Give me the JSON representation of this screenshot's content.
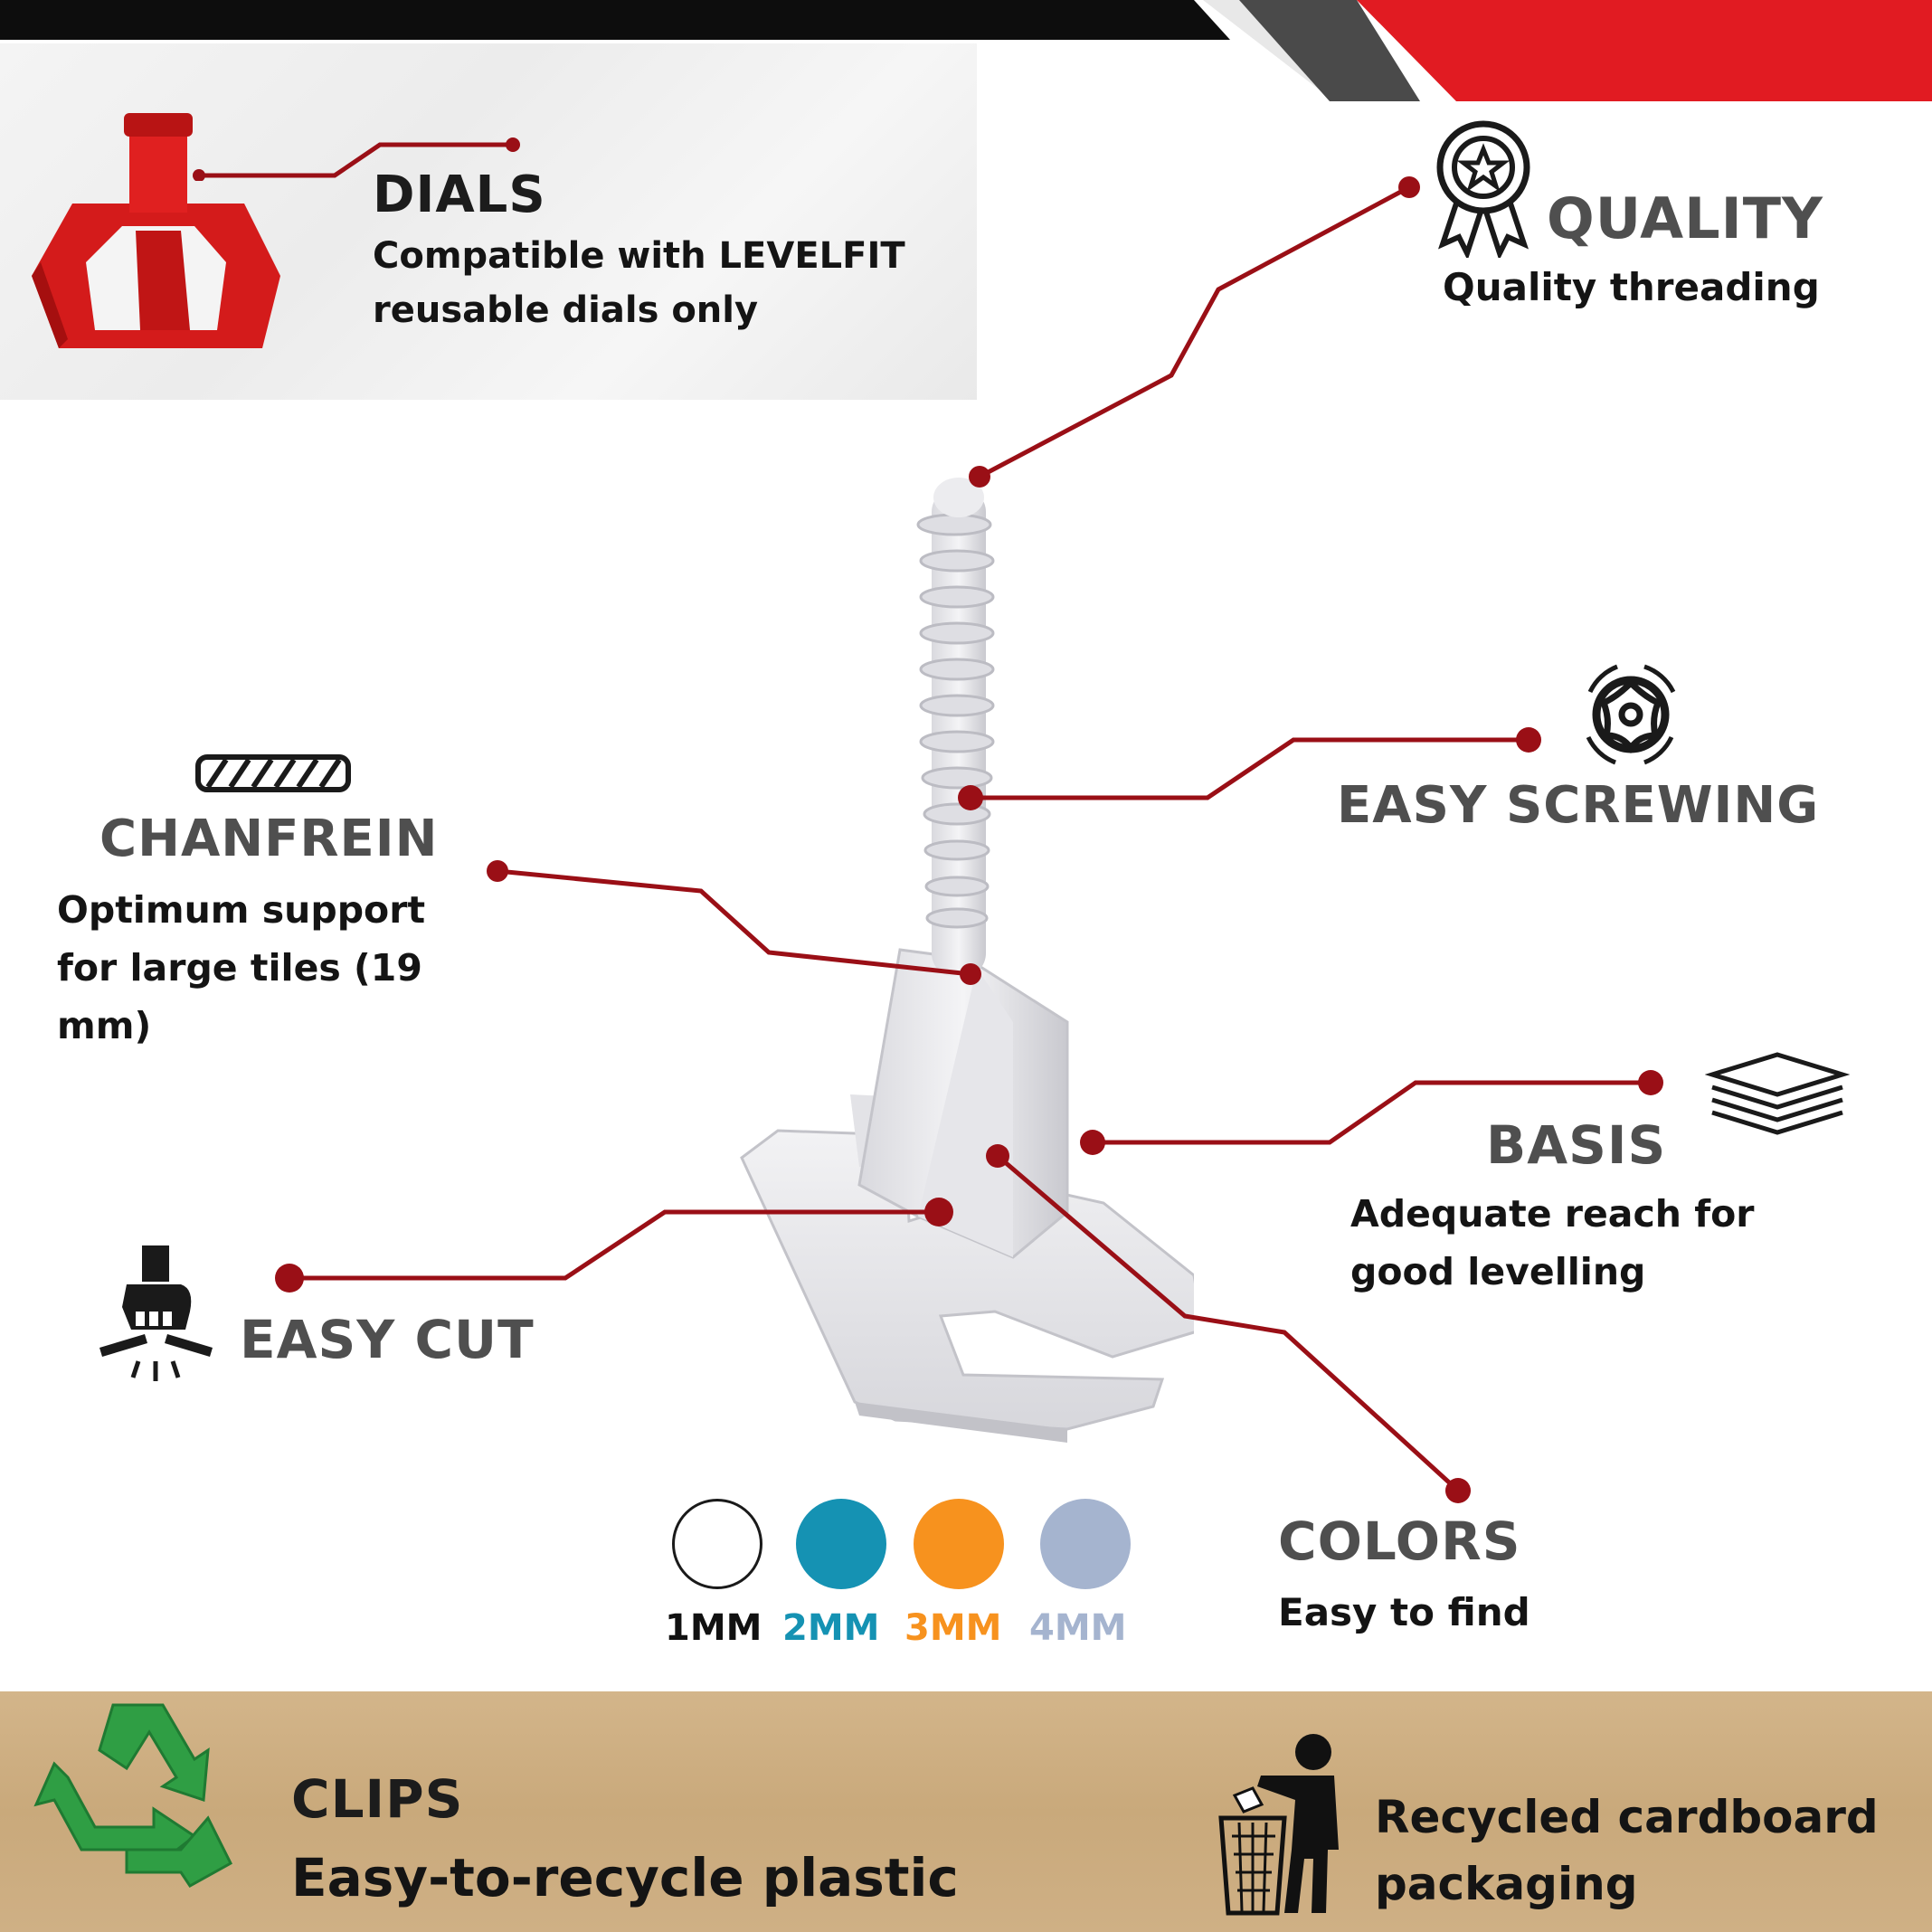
{
  "colors": {
    "accent_red": "#e11b22",
    "line_red": "#9a0f16",
    "dark_gray": "#4f4f4f",
    "cardboard": "#cdae82"
  },
  "features": {
    "dials": {
      "title": "DIALS",
      "desc_line1": "Compatible with LEVELFIT",
      "desc_line2": "reusable dials only",
      "icon": "red-dial-photo"
    },
    "quality": {
      "title": "QUALITY",
      "desc": "Quality threading",
      "icon": "award-ribbon-icon"
    },
    "easy_screwing": {
      "title": "EASY SCREWING",
      "icon": "rotate-screw-icon"
    },
    "chanfrein": {
      "title": "CHANFREIN",
      "desc_line1": "Optimum support",
      "desc_line2": "for large tiles (19",
      "desc_line3": "mm)",
      "icon": "chamfer-bar-icon"
    },
    "basis": {
      "title": "BASIS",
      "desc_line1": "Adequate reach for",
      "desc_line2": "good levelling",
      "icon": "stacked-layers-icon"
    },
    "easy_cut": {
      "title": "EASY CUT",
      "icon": "fist-break-icon"
    },
    "colors": {
      "title": "COLORS",
      "desc": "Easy to find",
      "swatches": [
        {
          "label": "1MM",
          "fill": "#ffffff",
          "text_color": "#111111"
        },
        {
          "label": "2MM",
          "fill": "#1592b3",
          "text_color": "#1592b3"
        },
        {
          "label": "3MM",
          "fill": "#f7921e",
          "text_color": "#f7921e"
        },
        {
          "label": "4MM",
          "fill": "#a5b4cf",
          "text_color": "#a5b4cf"
        }
      ]
    }
  },
  "footer": {
    "clips_title": "CLIPS",
    "clips_desc": "Easy-to-recycle plastic",
    "packaging_line1": "Recycled cardboard",
    "packaging_line2": "packaging",
    "recycle_icon": "recycle-arrows-icon",
    "trash_icon": "person-trash-bin-icon"
  }
}
